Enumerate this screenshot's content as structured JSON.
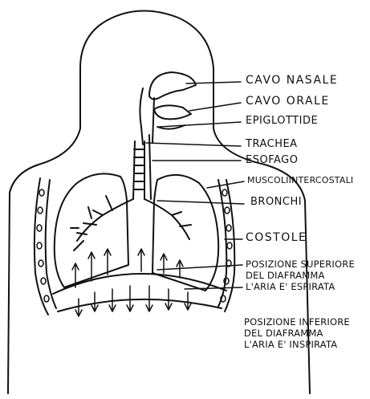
{
  "labels": {
    "cavo_nasale": "CAVO NASALE",
    "cavo_orale": "CAVO ORALE",
    "epiglottide": "EPIGLOTTIDE",
    "trachea": "TRACHEA",
    "esofago": "ESOFAGO",
    "muscoli_intercostali": "MUSCOLIINTERCOSTALI",
    "bronchi": "BRONCHI",
    "costole": "COSTOLE",
    "posizione_superiore": [
      "POSIZIONE SUPERIORE",
      "DEL DIAFRAMMA",
      "L'ARIA E' ESPIRATA"
    ],
    "posizione_inferiore": [
      "POSIZIONE INFERIORE",
      "DEL DIAFRAMMA",
      "L'ARIA E' INSPIRATA"
    ]
  },
  "colors": {
    "ink": "#111111",
    "background": "#ffffff"
  }
}
